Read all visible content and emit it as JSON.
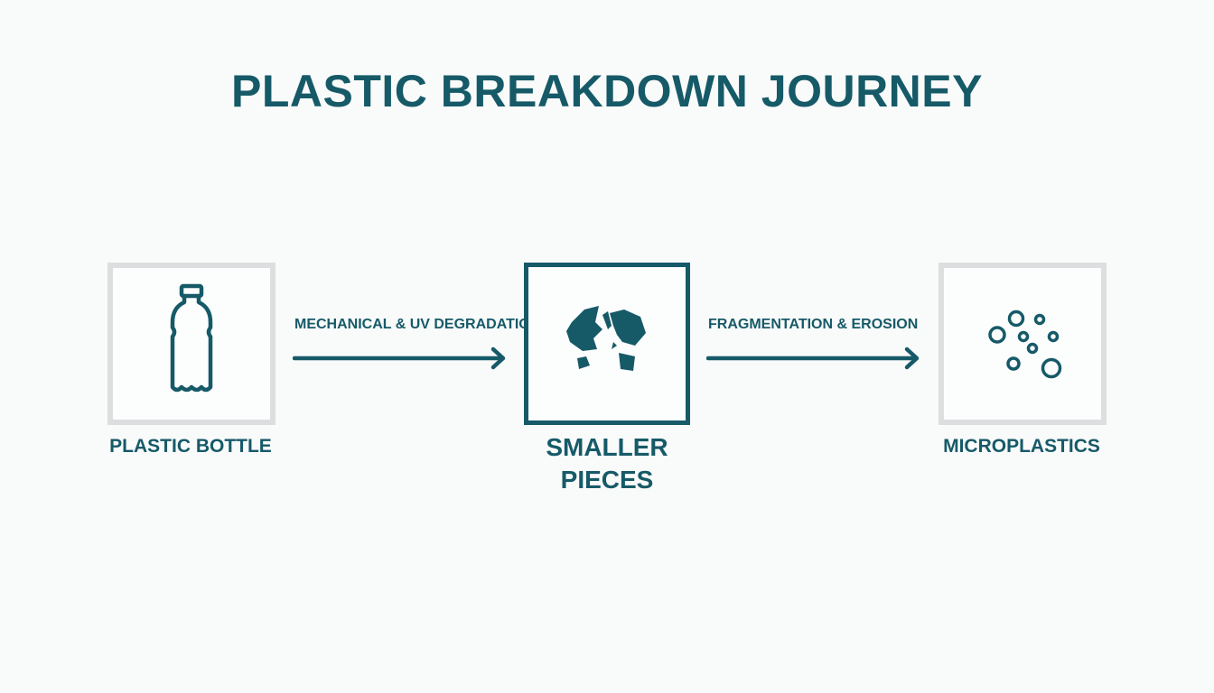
{
  "title": "PLASTIC BREAKDOWN JOURNEY",
  "colors": {
    "accent": "#165a68",
    "muted_border": "#dcdedf",
    "background": "#f9fafa"
  },
  "nodes": [
    {
      "label": "PLASTIC BOTTLE",
      "icon": "bottle-icon"
    },
    {
      "label_line1": "SMALLER",
      "label_line2": "PIECES",
      "icon": "fragments-icon"
    },
    {
      "label": "MICROPLASTICS",
      "icon": "particles-icon"
    }
  ],
  "edges": [
    {
      "label": "MECHANICAL & UV DEGRADATION"
    },
    {
      "label": "FRAGMENTATION & EROSION"
    }
  ]
}
